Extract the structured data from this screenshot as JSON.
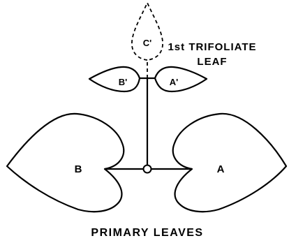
{
  "labels": {
    "leaf_a": "A",
    "leaf_b": "B",
    "leaf_a_prime": "A'",
    "leaf_b_prime": "B'",
    "leaf_c_prime": "C'",
    "trifoliate_line1": "1st TRIFOLIATE",
    "trifoliate_line2": "LEAF",
    "primary_leaves": "PRIMARY LEAVES"
  },
  "colors": {
    "ink": "#000000",
    "paper": "#ffffff"
  }
}
